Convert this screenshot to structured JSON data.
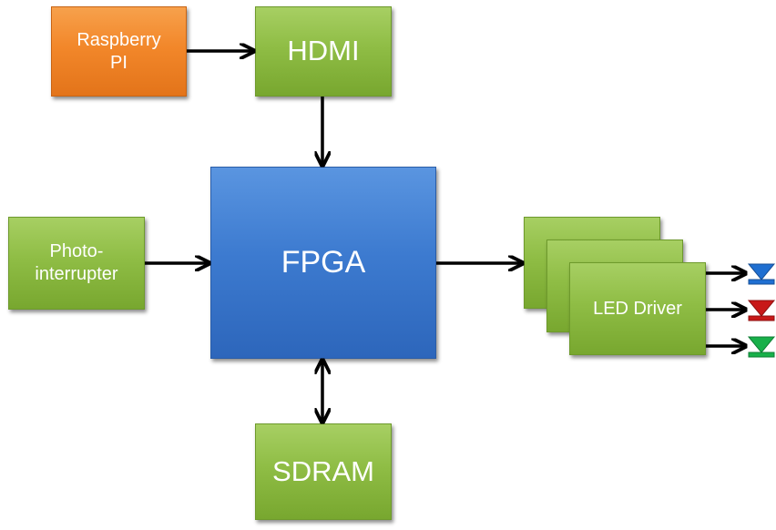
{
  "blocks": {
    "raspberry_pi": "Raspberry\nPI",
    "hdmi": "HDMI",
    "fpga": "FPGA",
    "photo_interrupter": "Photo-\ninterrupter",
    "sdram": "SDRAM",
    "led_driver": "LED Driver"
  },
  "led_colors": {
    "blue": "#1f6fd1",
    "red": "#c81818",
    "green": "#18b04a"
  },
  "colors": {
    "block_green": "#8fbd45",
    "block_orange": "#f2872a",
    "block_blue": "#3d7bd0"
  }
}
